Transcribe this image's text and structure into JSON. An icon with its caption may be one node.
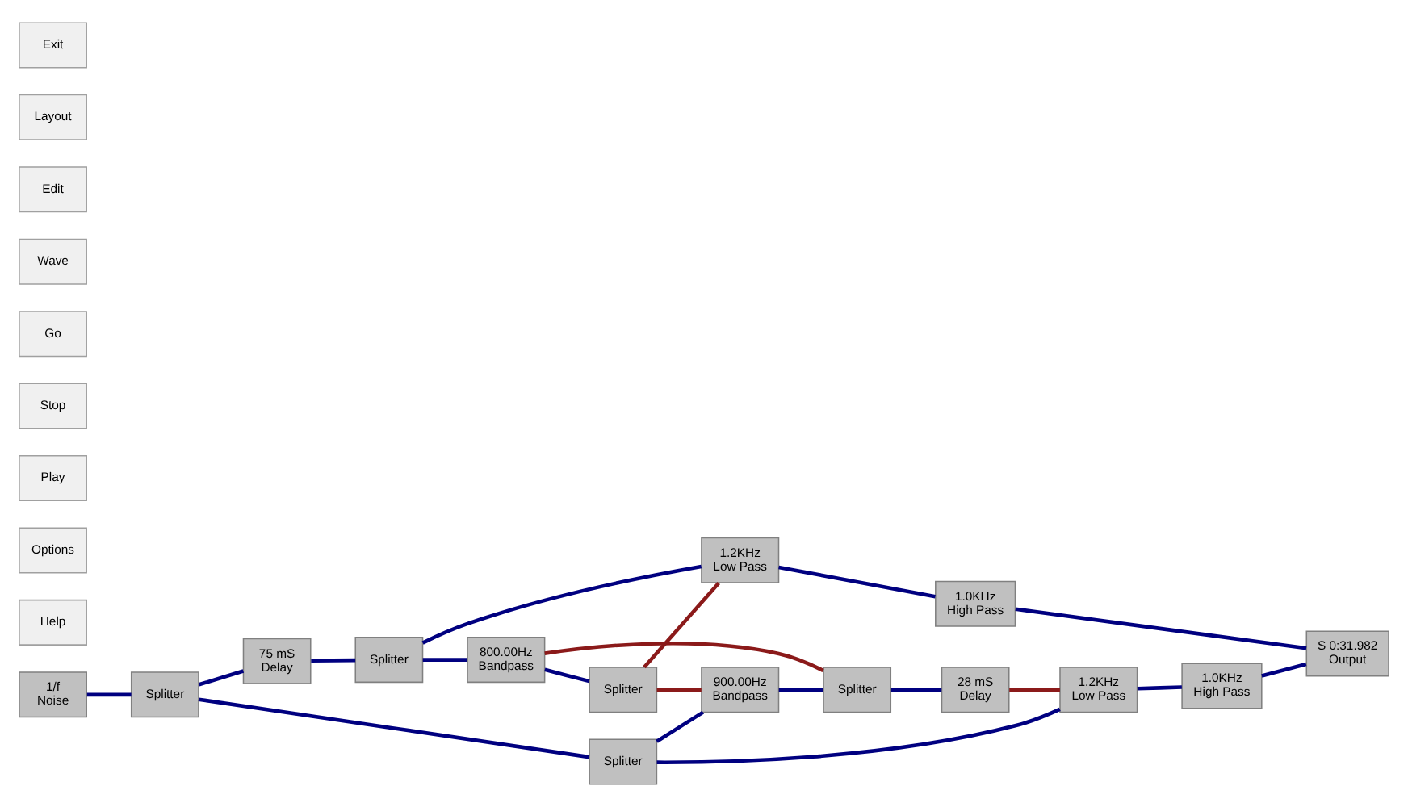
{
  "diagram": {
    "nodes": [
      {
        "text": [
          "1/f",
          "Noise"
        ]
      },
      {
        "text": [
          "Splitter"
        ]
      },
      {
        "text": [
          "75 mS",
          "Delay"
        ]
      },
      {
        "text": [
          "Splitter"
        ]
      },
      {
        "text": [
          "800.00Hz",
          "Bandpass"
        ]
      },
      {
        "text": [
          "Splitter"
        ]
      },
      {
        "text": [
          "1.2KHz",
          "Low Pass"
        ]
      },
      {
        "text": [
          "1.0KHz",
          "High Pass"
        ]
      },
      {
        "text": [
          "S 0:31.982",
          "Output"
        ]
      },
      {
        "text": [
          "Splitter"
        ]
      },
      {
        "text": [
          "Splitter"
        ]
      },
      {
        "text": [
          "900.00Hz",
          "Bandpass"
        ]
      },
      {
        "text": [
          "28 mS",
          "Delay"
        ]
      },
      {
        "text": [
          "1.2KHz",
          "Low Pass"
        ]
      },
      {
        "text": [
          "1.0KHz",
          "High Pass"
        ]
      }
    ],
    "edges": [
      {
        "from": 0,
        "to": 1,
        "arrow": "none"
      },
      {
        "from": 1,
        "to": 2,
        "arrow": "none"
      },
      {
        "from": 1,
        "to": 9,
        "arrow": "none"
      },
      {
        "from": 2,
        "to": 3,
        "arrow": "none"
      },
      {
        "from": 3,
        "to": 4,
        "arrow": "none"
      },
      {
        "from": 3,
        "to": 6,
        "arrow": "none"
      },
      {
        "from": 4,
        "to": 5,
        "arrow": "none"
      },
      {
        "from": 5,
        "to": 11,
        "arrow": "none",
        "color": "#8b1a1a"
      },
      {
        "from": 5,
        "to": 6,
        "arrow": "none",
        "color": "#8b1a1a"
      },
      {
        "from": 10,
        "to": 4,
        "arrow": "none",
        "color": "#8b1a1a"
      },
      {
        "from": 9,
        "to": 13,
        "arrow": "none"
      },
      {
        "from": 9,
        "to": 11,
        "arrow": "none"
      },
      {
        "from": 11,
        "to": 10,
        "arrow": "none"
      },
      {
        "from": 10,
        "to": 12,
        "arrow": "none"
      },
      {
        "from": 12,
        "to": 13,
        "arrow": "none",
        "color": "#8b1a1a"
      },
      {
        "from": 6,
        "to": 7,
        "arrow": "none"
      },
      {
        "from": 13,
        "to": 14,
        "arrow": "none"
      },
      {
        "from": 7,
        "to": 8,
        "arrow": "none"
      },
      {
        "from": 14,
        "to": 8,
        "arrow": "none"
      }
    ],
    "labels": [
      "Exit",
      "Layout",
      "Edit",
      "Wave",
      "Go",
      "Stop",
      "Play",
      "Options",
      "Help"
    ]
  }
}
